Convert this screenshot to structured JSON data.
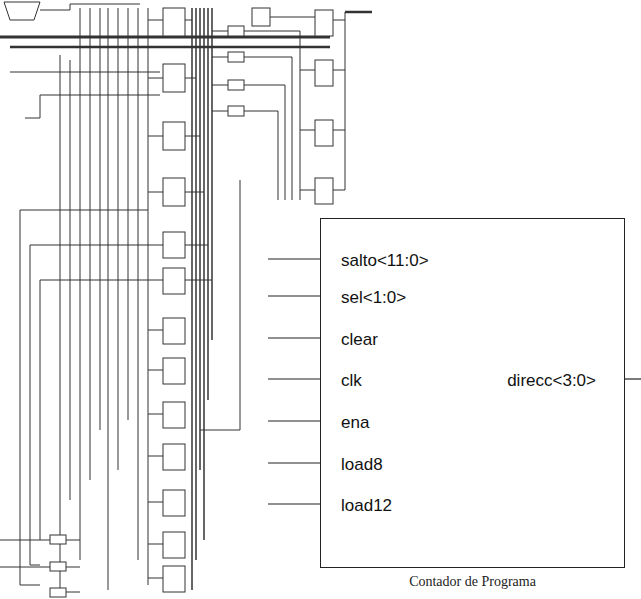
{
  "diagram": {
    "caption": "Contador de Programa",
    "nodes": [
      {
        "text": [
          "salto<11:0>",
          "sel<1:0>",
          "clear",
          "clk",
          "ena",
          "load8",
          "load12",
          "direcc<3:0>"
        ]
      }
    ]
  }
}
